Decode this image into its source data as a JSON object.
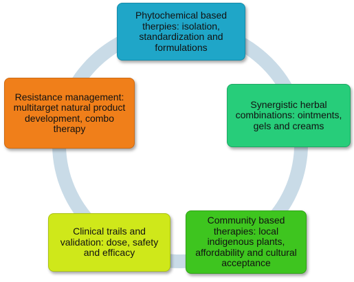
{
  "diagram": {
    "type": "cycle",
    "nodes": [
      {
        "id": "phytochemical",
        "text": "Phytochemical based therpies: isolation, standardization and formulations",
        "fill": "#1fa6c8",
        "border": "#158aa8"
      },
      {
        "id": "synergistic",
        "text": "Synergistic herbal combinations: ointments, gels and creams",
        "fill": "#27cd7a",
        "border": "#1da863"
      },
      {
        "id": "community",
        "text": "Community based therapies: local indigenous plants, affordability and cultural acceptance",
        "fill": "#3ec51f",
        "border": "#2fa214"
      },
      {
        "id": "clinical",
        "text": "Clinical trails and validation: dose, safety and efficacy",
        "fill": "#cfe81a",
        "border": "#aac214"
      },
      {
        "id": "resistance",
        "text": "Resistance management: multitarget natural product development, combo therapy",
        "fill": "#f07f1a",
        "border": "#cc6912"
      }
    ],
    "edges": [
      {
        "from": "phytochemical",
        "to": "synergistic"
      },
      {
        "from": "synergistic",
        "to": "community"
      },
      {
        "from": "community",
        "to": "clinical"
      },
      {
        "from": "clinical",
        "to": "resistance"
      },
      {
        "from": "resistance",
        "to": "phytochemical"
      }
    ],
    "ring_color": "#c9dbe7"
  }
}
